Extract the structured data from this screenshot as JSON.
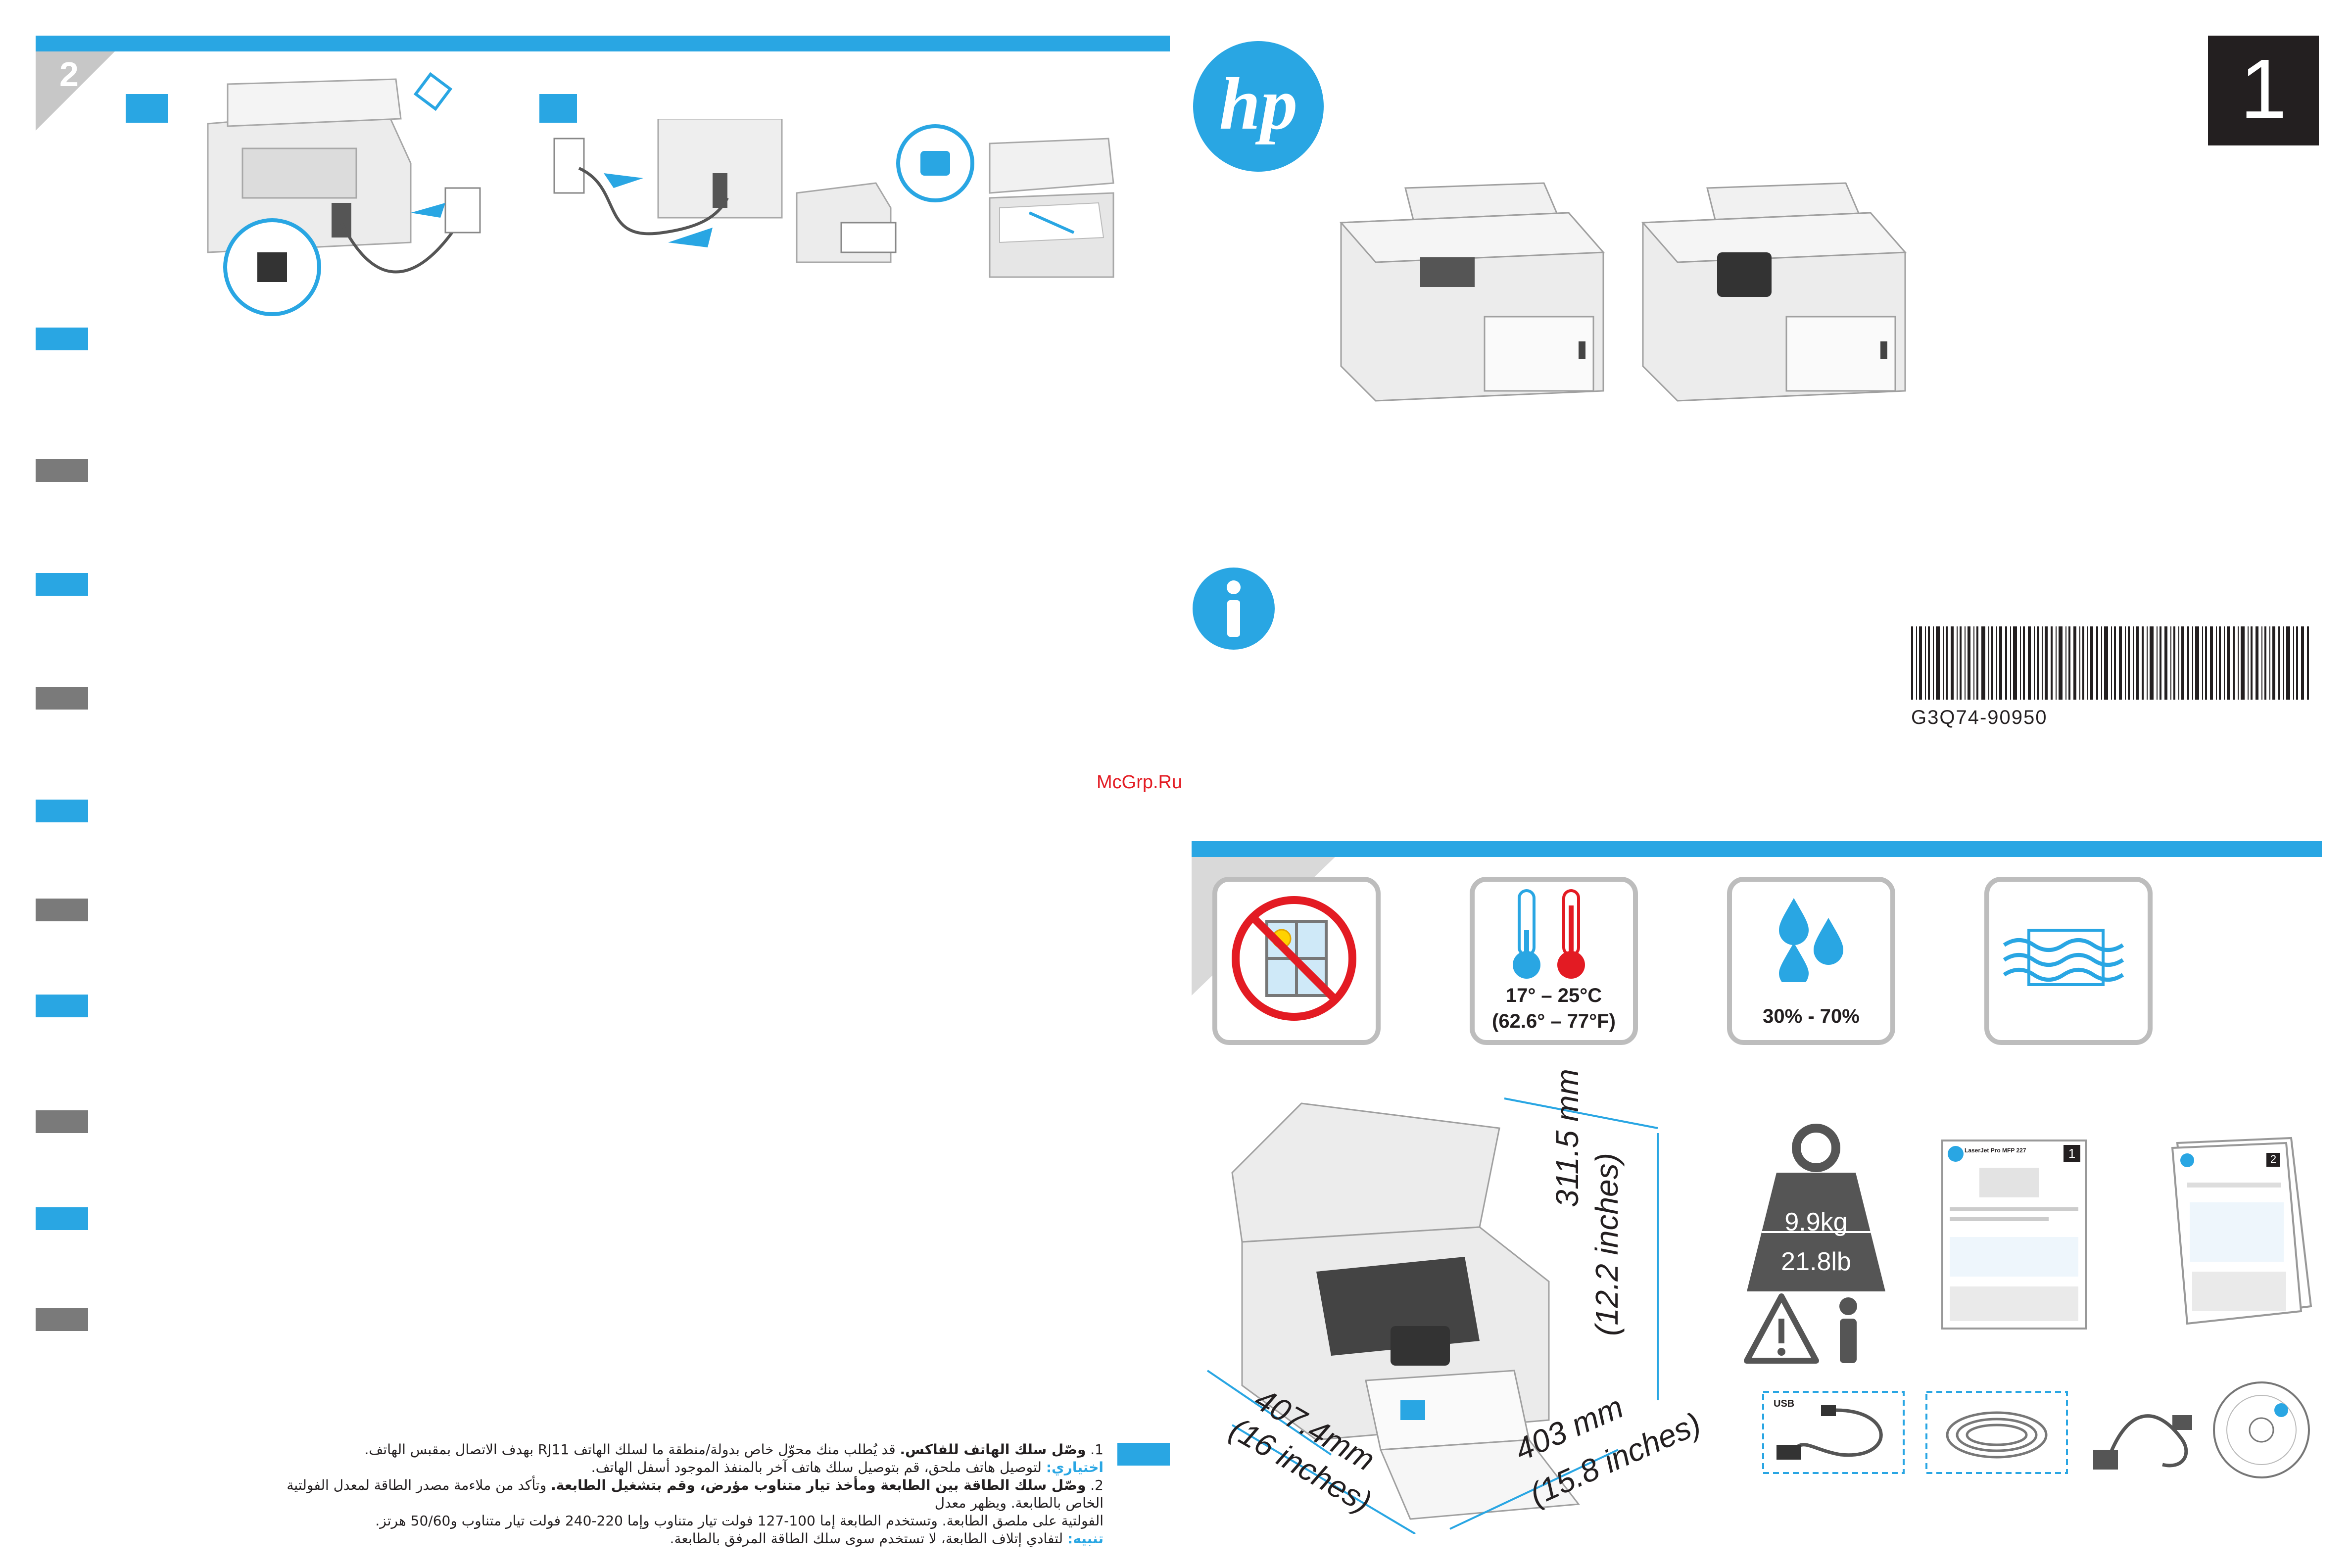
{
  "page": {
    "step_number": "1",
    "part_number": "G3Q74-90950",
    "watermark": "McGrp.Ru",
    "colors": {
      "accent": "#29a6e3",
      "gray_tab": "#7a7a7a",
      "black": "#231f20",
      "red": "#e31b23"
    }
  },
  "environment": {
    "temperature_c": "17° – 25°C",
    "temperature_f": "(62.6° – 77°F)",
    "humidity": "30% - 70%"
  },
  "dimensions": {
    "height": "311.5 mm",
    "height_in": "(12.2 inches)",
    "width": "407.4mm",
    "width_in": "(16 inches)",
    "depth": "403 mm",
    "depth_in": "(15.8 inches)"
  },
  "weight": {
    "kg": "9.9kg",
    "lb": "21.8lb"
  },
  "box_contents": {
    "usb_label": "USB",
    "guide_title": "LaserJet Pro MFP 227",
    "guide_step": "1",
    "manual_step": "2"
  },
  "arabic": {
    "item1_num": "1.",
    "item1_bold": "وصّل سلك الهاتف للفاكس.",
    "item1_text": " قد يُطلب منك محوّل خاص بدولة/منطقة ما لسلك الهاتف RJ11 بهدف الاتصال بمقبس الهاتف.",
    "optional_label": "اختياري:",
    "optional_text": " لتوصيل هاتف ملحق، قم بتوصيل سلك هاتف آخر بالمنفذ الموجود أسفل الهاتف.",
    "item2_num": "2.",
    "item2_bold": "وصّل سلك الطاقة بين الطابعة ومأخذ تيار متناوب مؤرض، وقم بتشغيل الطابعة.",
    "item2_text": " وتأكد من ملاءمة مصدر الطاقة لمعدل الفولتية الخاص بالطابعة. ويظهر معدل",
    "item2_line2": "الفولتية على ملصق الطابعة. وتستخدم الطابعة إما 100-127 فولت تيار متناوب وإما 220-240 فولت تيار متناوب و50/60 هرتز.",
    "caution_label": "تنبيه:",
    "caution_text": " لتفادي إتلاف الطابعة، لا تستخدم سوى سلك الطاقة المرفق بالطابعة."
  }
}
